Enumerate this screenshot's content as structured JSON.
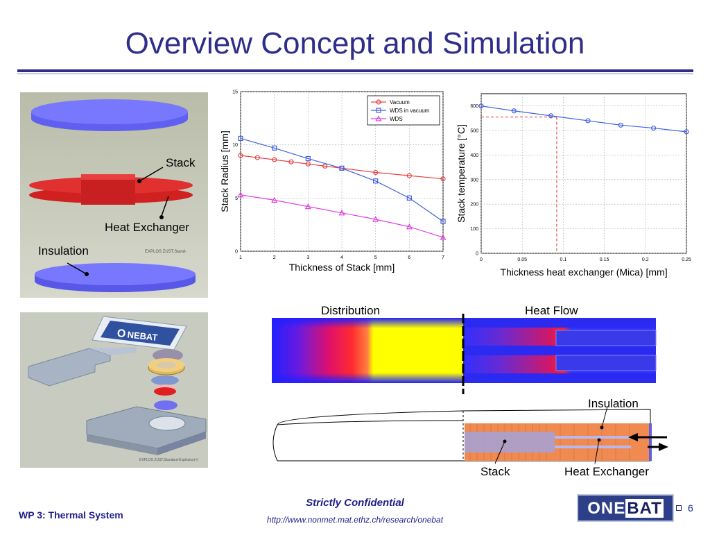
{
  "title": "Overview Concept and Simulation",
  "left_panel": {
    "label_stack": "Stack",
    "label_heat_exchanger": "Heat Exchanger",
    "label_insulation": "Insulation",
    "watermark_top": "EXPLOS ZUST.Stand-",
    "logo_text_a": "O",
    "logo_text_b": "NEBAT",
    "watermark_bottom": "EXPLOS ZUST.Standard-Explosion(+)"
  },
  "chart_data": [
    {
      "type": "line",
      "title": "",
      "xlabel": "Thickness of Stack [mm]",
      "ylabel": "Stack Radius [mm]",
      "xlim": [
        1,
        7
      ],
      "ylim": [
        0,
        15
      ],
      "xticks": [
        1,
        2,
        3,
        4,
        5,
        6,
        7
      ],
      "yticks": [
        0,
        5,
        10,
        15
      ],
      "grid": true,
      "legend_position": "top-right",
      "series": [
        {
          "name": "Vacuum",
          "color": "#e84040",
          "marker": "circle",
          "x": [
            1,
            1.5,
            2,
            2.5,
            3,
            3.5,
            4,
            5,
            6,
            7
          ],
          "y": [
            9.0,
            8.8,
            8.6,
            8.4,
            8.2,
            8.0,
            7.8,
            7.4,
            7.1,
            6.8
          ]
        },
        {
          "name": "WDS in vacuum",
          "color": "#4060e0",
          "marker": "square",
          "x": [
            1,
            2,
            3,
            4,
            5,
            6,
            7
          ],
          "y": [
            10.6,
            9.7,
            8.7,
            7.8,
            6.6,
            5.0,
            2.8
          ]
        },
        {
          "name": "WDS",
          "color": "#e040e0",
          "marker": "triangle",
          "x": [
            1,
            2,
            3,
            4,
            5,
            6,
            7
          ],
          "y": [
            5.3,
            4.8,
            4.2,
            3.6,
            3.0,
            2.3,
            1.3
          ]
        }
      ]
    },
    {
      "type": "line",
      "title": "",
      "xlabel": "Thickness heat exchanger (Mica) [mm]",
      "ylabel": "Stack temperature [°C]",
      "xlim": [
        0,
        0.25
      ],
      "ylim": [
        0,
        650
      ],
      "xticks": [
        0,
        0.05,
        0.1,
        0.15,
        0.2,
        0.25
      ],
      "xticklabels": [
        "0",
        "0.05",
        "0.1",
        "0.15",
        "0.2",
        "0.25"
      ],
      "yticks": [
        0,
        100,
        200,
        300,
        400,
        500,
        600
      ],
      "grid": true,
      "series": [
        {
          "color": "#4060e0",
          "marker": "circle",
          "x": [
            0.0,
            0.04,
            0.085,
            0.13,
            0.17,
            0.21,
            0.25
          ],
          "y": [
            600,
            580,
            560,
            540,
            522,
            510,
            495
          ]
        }
      ],
      "guide": {
        "x": 0.092,
        "y": 555,
        "color": "#e03030"
      }
    }
  ],
  "simulation": {
    "label_distribution": "Distribution",
    "label_heat_flow": "Heat Flow",
    "label_insulation": "Insulation",
    "label_stack": "Stack",
    "label_heat_exchanger": "Heat Exchanger"
  },
  "footer": {
    "left": "WP 3: Thermal System",
    "confidential": "Strictly Confidential",
    "url": "http://www.nonmet.mat.ethz.ch/research/onebat",
    "page": "6",
    "logo_a": "ONE",
    "logo_b": "BAT"
  },
  "colors": {
    "title": "#2e2e8a",
    "accent": "#1f1f8a"
  }
}
